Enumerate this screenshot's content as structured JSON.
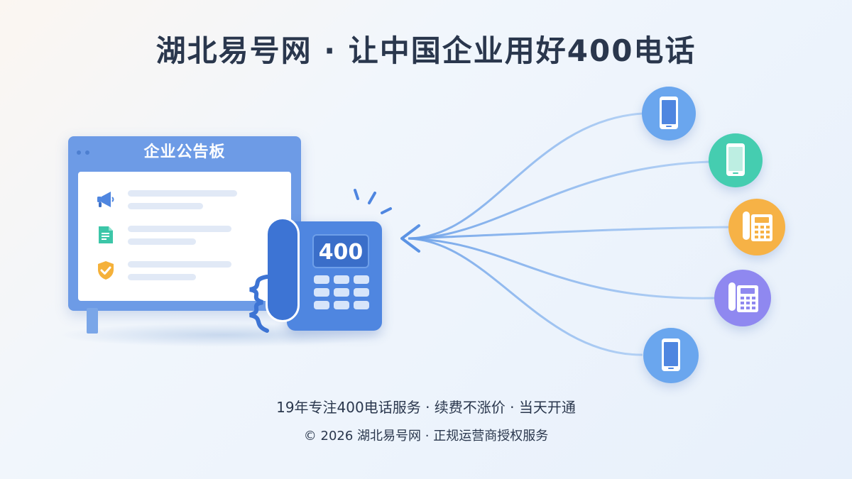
{
  "header": {
    "title": "湖北易号网 · 让中国企业用好400电话"
  },
  "board": {
    "title": "企业公告板",
    "rows": [
      {
        "icon": "megaphone-icon",
        "color": "#4f86e0"
      },
      {
        "icon": "document-icon",
        "color": "#3cc6a8"
      },
      {
        "icon": "shield-check-icon",
        "color": "#f5b13a"
      }
    ]
  },
  "phone": {
    "screen_text": "400"
  },
  "nodes": [
    {
      "icon": "smartphone-icon",
      "color": "#6aa6ee"
    },
    {
      "icon": "smartphone-icon",
      "color": "#45cdb0"
    },
    {
      "icon": "desk-phone-icon",
      "color": "#f6b246"
    },
    {
      "icon": "desk-phone-icon",
      "color": "#8f88f0"
    },
    {
      "icon": "smartphone-icon",
      "color": "#6aa6ee"
    }
  ],
  "footer": {
    "tagline": "19年专注400电话服务 · 续费不涨价 · 当天开通",
    "copyright": "© 2026 湖北易号网 · 正规运营商授权服务"
  },
  "colors": {
    "accent": "#4f86e0",
    "title": "#2a374d"
  }
}
